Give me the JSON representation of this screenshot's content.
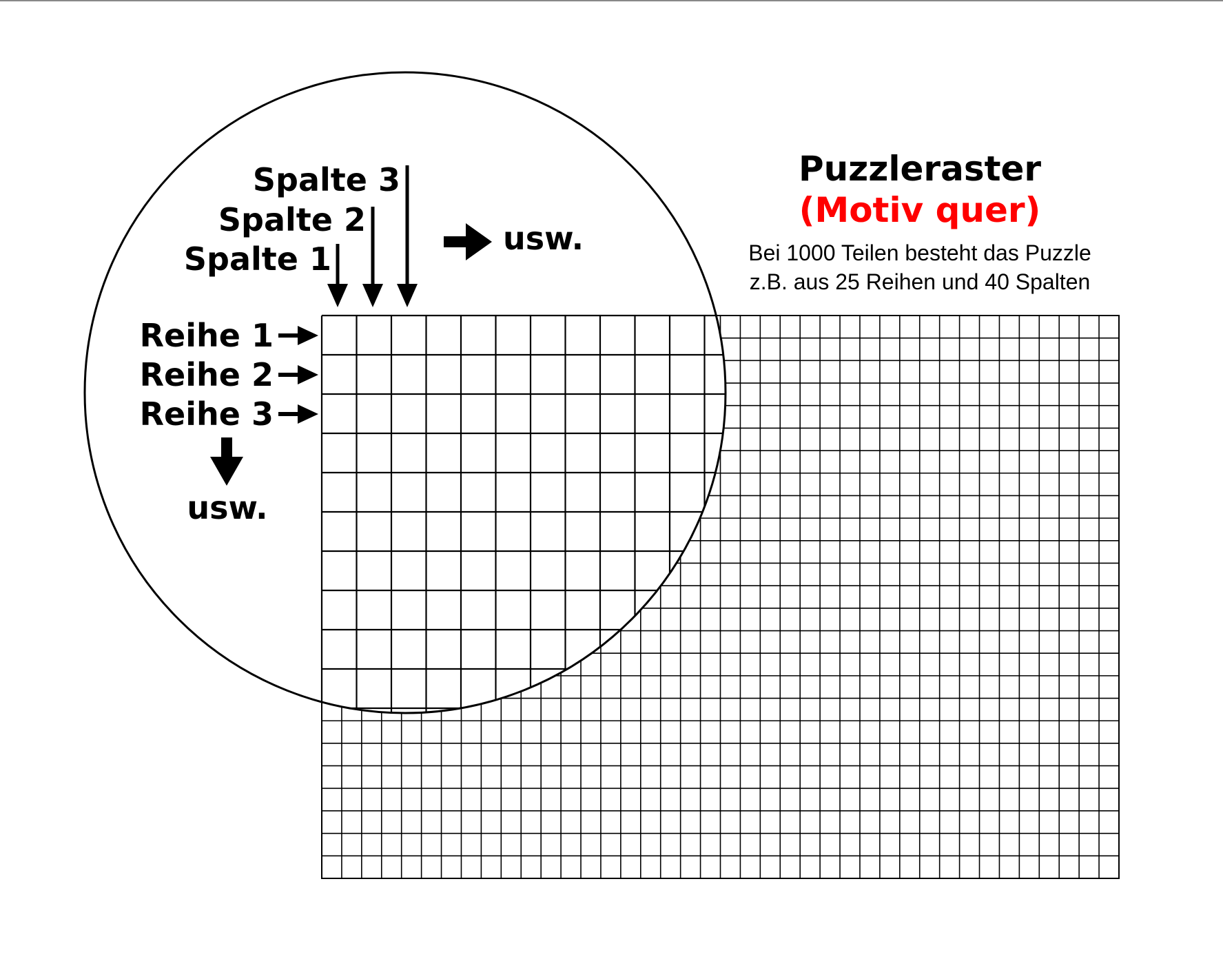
{
  "title": "Puzzleraster",
  "subtitle": "(Motiv quer)",
  "description_lines": [
    "Bei 1000 Teilen besteht das Puzzle",
    "z.B. aus 25 Reihen und 40 Spalten"
  ],
  "column_labels": [
    "Spalte 1",
    "Spalte 2",
    "Spalte 3"
  ],
  "row_labels": [
    "Reihe 1",
    "Reihe 2",
    "Reihe 3"
  ],
  "etc_label": "usw.",
  "grid": {
    "rows": 25,
    "columns": 40
  },
  "colors": {
    "accent": "#ff0000",
    "ink": "#000000",
    "background": "#ffffff"
  }
}
